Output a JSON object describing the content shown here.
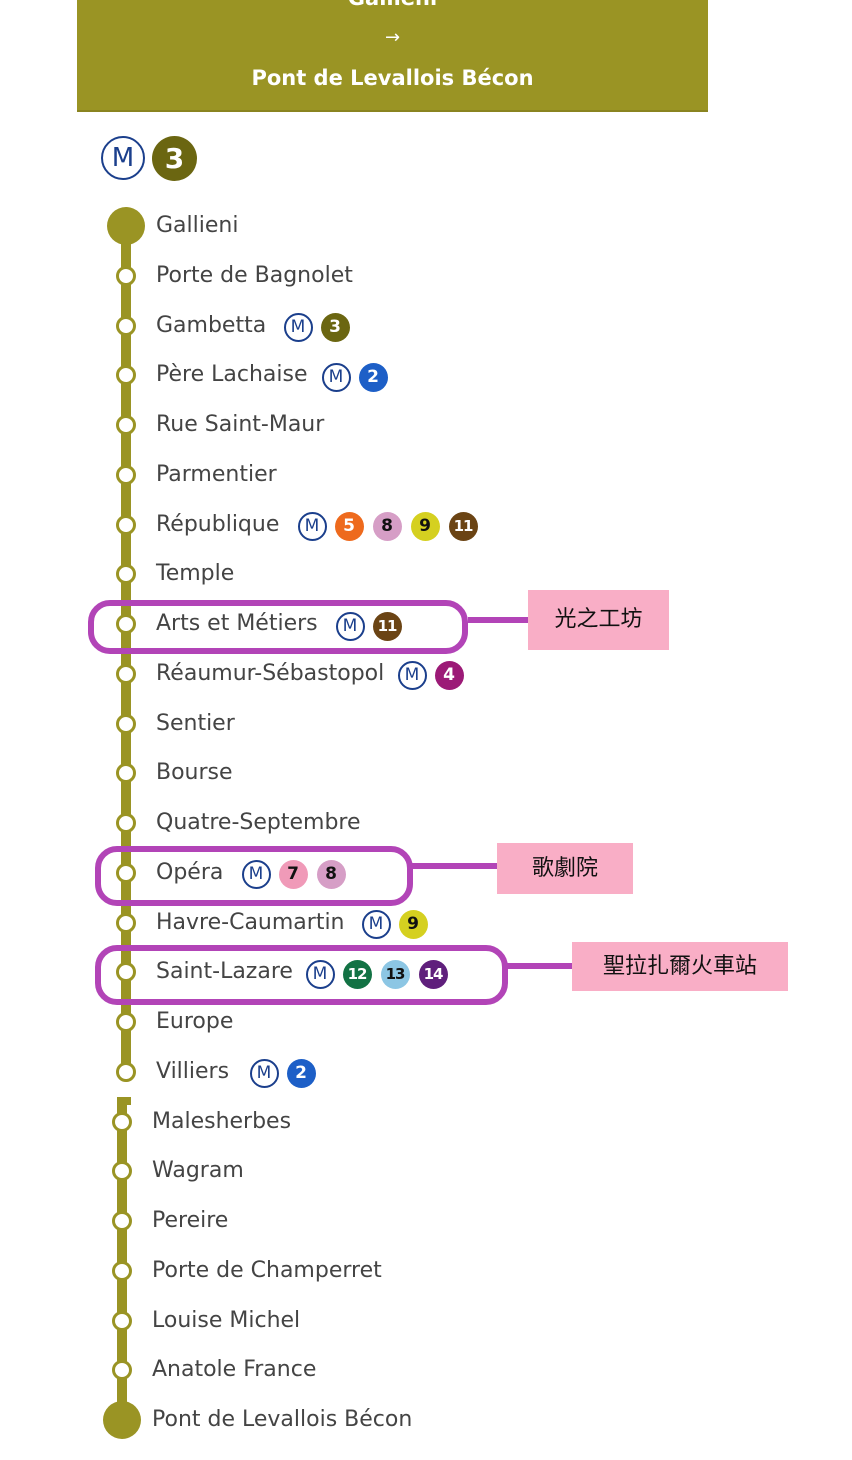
{
  "header": {
    "from": "Gallieni",
    "arrow": "→",
    "to": "Pont de Levallois Bécon"
  },
  "title_badge": {
    "metro_symbol": "M",
    "line_number": "3",
    "line_color": "#6b6611"
  },
  "line_colors": {
    "2": "#1d5fc7",
    "3": "#6b6611",
    "4": "#9c1a77",
    "5": "#ee6a1d",
    "7": "#f09ab8",
    "8": "#d69ec6",
    "9": "#d5d020",
    "11": "#6b4414",
    "12": "#127244",
    "13": "#8cc6e4",
    "14": "#5f1f7c"
  },
  "track_color": "#9a9424",
  "stations": [
    {
      "name": "Gallieni",
      "terminus": true
    },
    {
      "name": "Porte de Bagnolet"
    },
    {
      "name": "Gambetta",
      "connections": [
        "3"
      ]
    },
    {
      "name": "Père Lachaise",
      "connections": [
        "2"
      ]
    },
    {
      "name": "Rue Saint-Maur"
    },
    {
      "name": "Parmentier"
    },
    {
      "name": "République",
      "connections": [
        "5",
        "8",
        "9",
        "11"
      ]
    },
    {
      "name": "Temple"
    },
    {
      "name": "Arts et Métiers",
      "connections": [
        "11"
      ]
    },
    {
      "name": "Réaumur-Sébastopol",
      "connections": [
        "4"
      ]
    },
    {
      "name": "Sentier"
    },
    {
      "name": "Bourse"
    },
    {
      "name": "Quatre-Septembre"
    },
    {
      "name": "Opéra",
      "connections": [
        "7",
        "8"
      ]
    },
    {
      "name": "Havre-Caumartin",
      "connections": [
        "9"
      ]
    },
    {
      "name": "Saint-Lazare",
      "connections": [
        "12",
        "13",
        "14"
      ]
    },
    {
      "name": "Europe"
    },
    {
      "name": "Villiers",
      "connections": [
        "2"
      ]
    },
    {
      "name": "Malesherbes"
    },
    {
      "name": "Wagram"
    },
    {
      "name": "Pereire"
    },
    {
      "name": "Porte de Champerret"
    },
    {
      "name": "Louise Michel"
    },
    {
      "name": "Anatole France"
    },
    {
      "name": "Pont de Levallois Bécon",
      "terminus": true
    }
  ],
  "annotations": [
    {
      "station": "Arts et Métiers",
      "label": "光之工坊"
    },
    {
      "station": "Opéra",
      "label": "歌劇院"
    },
    {
      "station": "Saint-Lazare",
      "label": "聖拉扎爾火車站"
    }
  ]
}
